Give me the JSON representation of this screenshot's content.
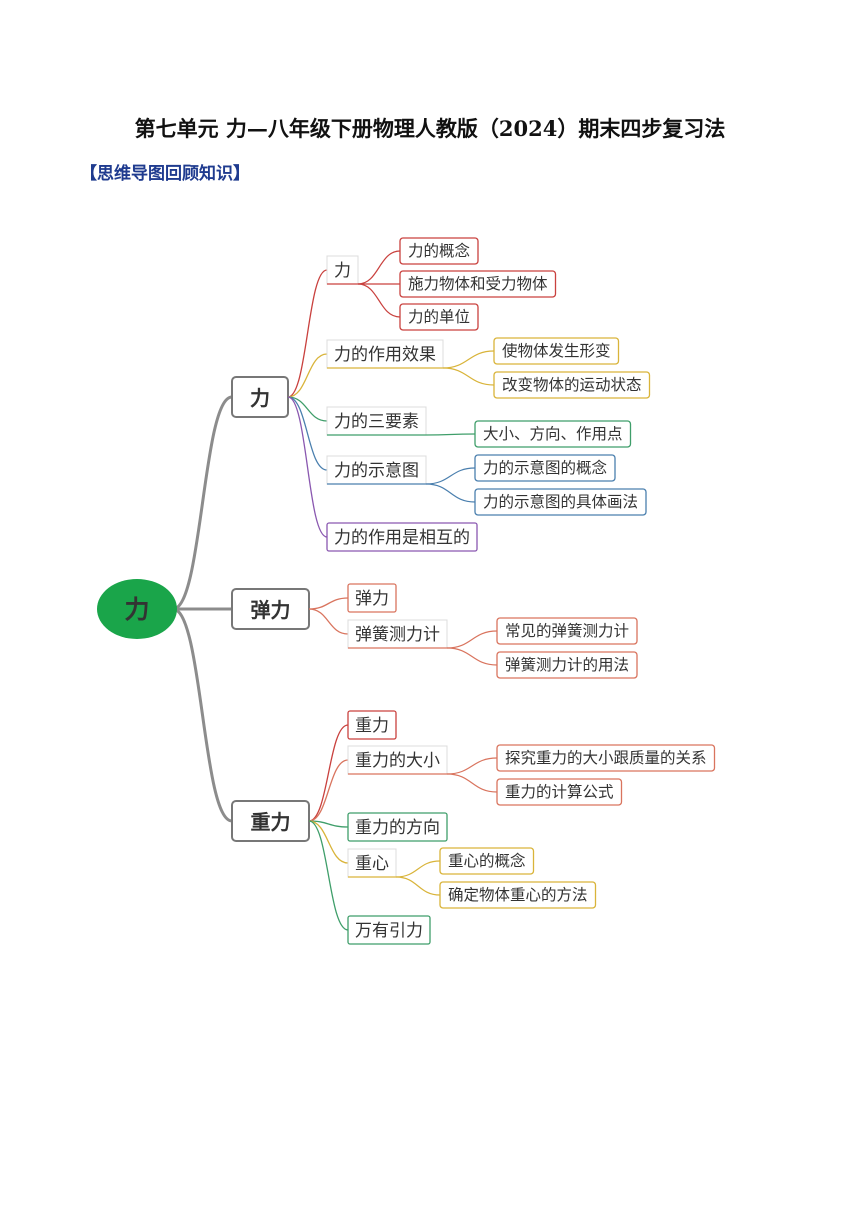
{
  "header": {
    "title": "第七单元 力—八年级下册物理人教版（2024）期末四步复习法",
    "section": "【思维导图回顾知识】"
  },
  "mindmap": {
    "root": "力",
    "branches": [
      {
        "label": "力",
        "topics": [
          {
            "label": "力",
            "color": "#c9413e",
            "details": [
              "力的概念",
              "施力物体和受力物体",
              "力的单位"
            ]
          },
          {
            "label": "力的作用效果",
            "color": "#d9b43a",
            "details": [
              "使物体发生形变",
              "改变物体的运动状态"
            ]
          },
          {
            "label": "力的三要素",
            "color": "#3f9e6a",
            "details": [
              "大小、方向、作用点"
            ]
          },
          {
            "label": "力的示意图",
            "color": "#4a7fae",
            "details": [
              "力的示意图的概念",
              "力的示意图的具体画法"
            ]
          },
          {
            "label": "力的作用是相互的",
            "color": "#8a58b0",
            "details": []
          }
        ]
      },
      {
        "label": "弹力",
        "topics": [
          {
            "label": "弹力",
            "color": "#d9745e",
            "details": []
          },
          {
            "label": "弹簧测力计",
            "color": "#d9745e",
            "details": [
              "常见的弹簧测力计",
              "弹簧测力计的用法"
            ]
          }
        ]
      },
      {
        "label": "重力",
        "topics": [
          {
            "label": "重力",
            "color": "#c9413e",
            "details": []
          },
          {
            "label": "重力的大小",
            "color": "#d9745e",
            "details": [
              "探究重力的大小跟质量的关系",
              "重力的计算公式"
            ]
          },
          {
            "label": "重力的方向",
            "color": "#3f9e6a",
            "details": []
          },
          {
            "label": "重心",
            "color": "#d9b43a",
            "details": [
              "重心的概念",
              "确定物体重心的方法"
            ]
          },
          {
            "label": "万有引力",
            "color": "#3f9e6a",
            "details": []
          }
        ]
      }
    ]
  },
  "colors": {
    "root_fill": "#1aa54a",
    "trunk": "#8c8c8c",
    "section_text": "#1f3b8f"
  }
}
